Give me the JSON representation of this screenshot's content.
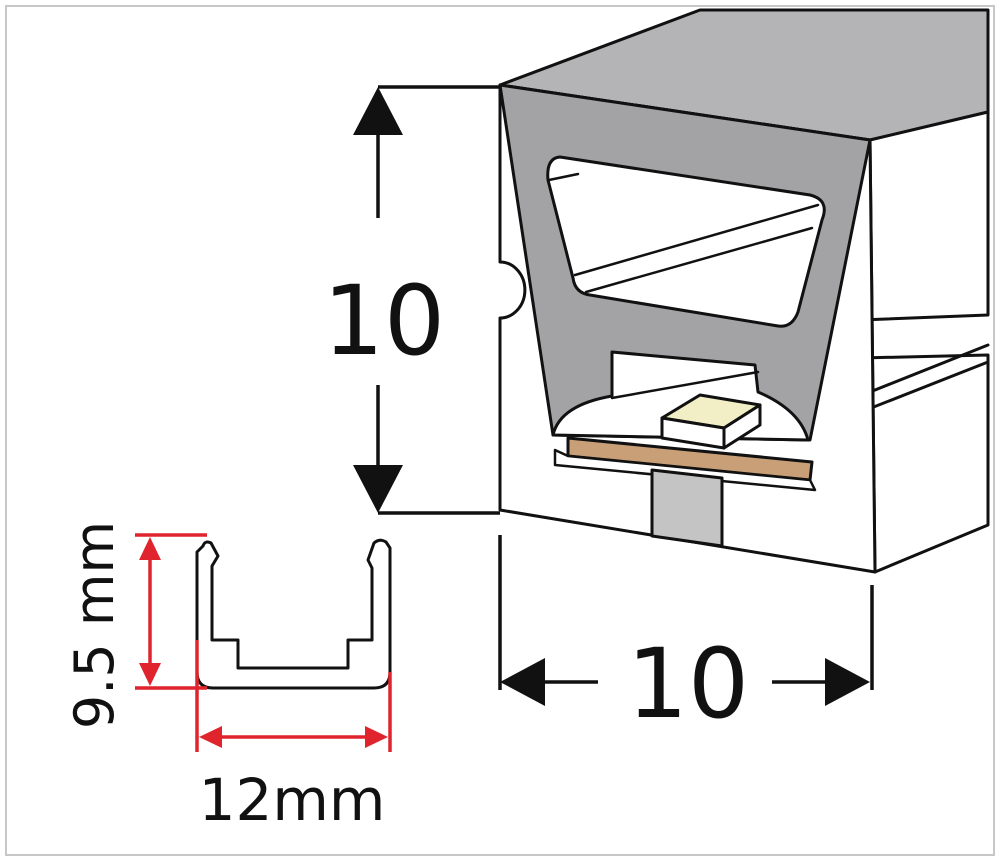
{
  "labels": {
    "height_dim": "10",
    "width_dim": "10",
    "clip_height": "9.5 mm",
    "clip_width": "12mm"
  },
  "colors": {
    "profile_gray": "#a3a3a6",
    "profile_top": "#b4b4b7",
    "profile_fill": "#ffffff",
    "outline": "#111111",
    "pcb": "#c99f78",
    "led": "#f2efc6",
    "base_gray": "#c4c4c4",
    "dimension_red": "#e0242e",
    "frame": "#c7c7c7"
  },
  "icons": {
    "arrow": "arrowhead-icon",
    "clip": "mounting-clip-icon"
  }
}
